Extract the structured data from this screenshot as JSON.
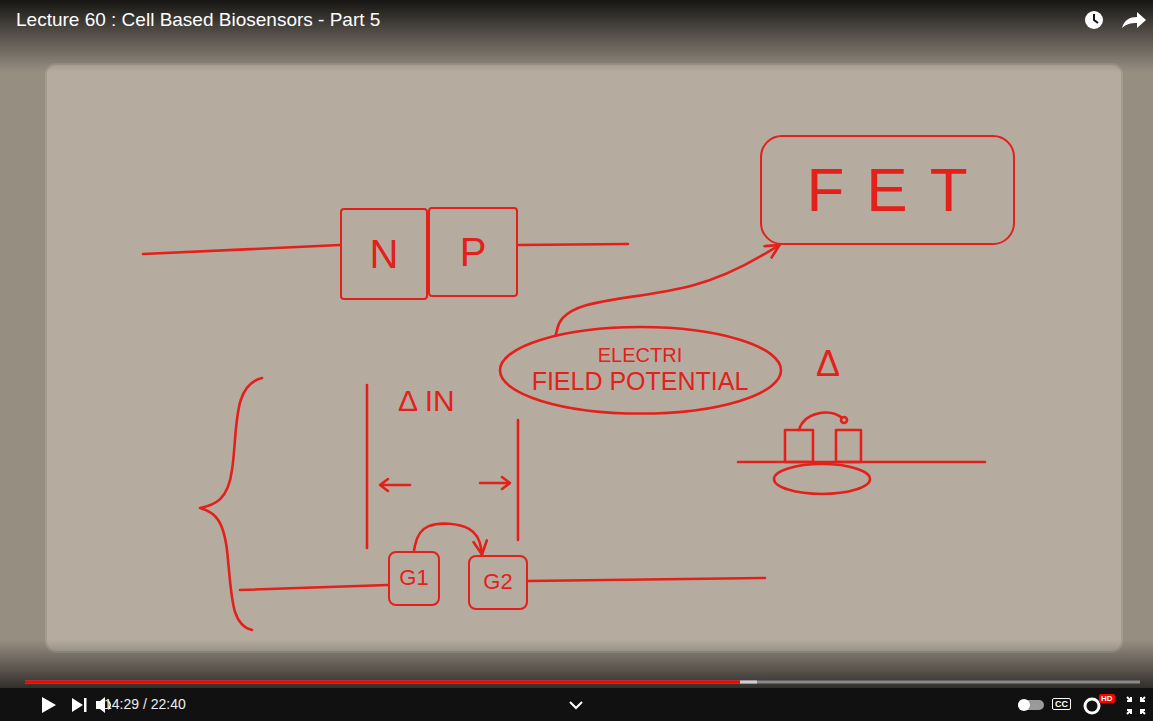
{
  "diagram": {
    "title": "Lecture 60 : Cell Based Biosensors - Part 5",
    "nodes": [
      {
        "text": [
          "N"
        ]
      },
      {
        "text": [
          "P"
        ]
      },
      {
        "text": [
          "FET"
        ]
      },
      {
        "text": [
          "ELECTRI",
          "FIELD POTENTIAL"
        ]
      },
      {
        "text": [
          "G1"
        ]
      },
      {
        "text": [
          "G2"
        ]
      }
    ],
    "edges": [
      {
        "from": 3,
        "to": 2,
        "arrow": "to"
      },
      {
        "from": 4,
        "to": 5,
        "arrow": "to"
      }
    ],
    "labels": [
      "Δ IN",
      "Δ",
      "14:29 / 22:40",
      "CC",
      "HD"
    ]
  }
}
